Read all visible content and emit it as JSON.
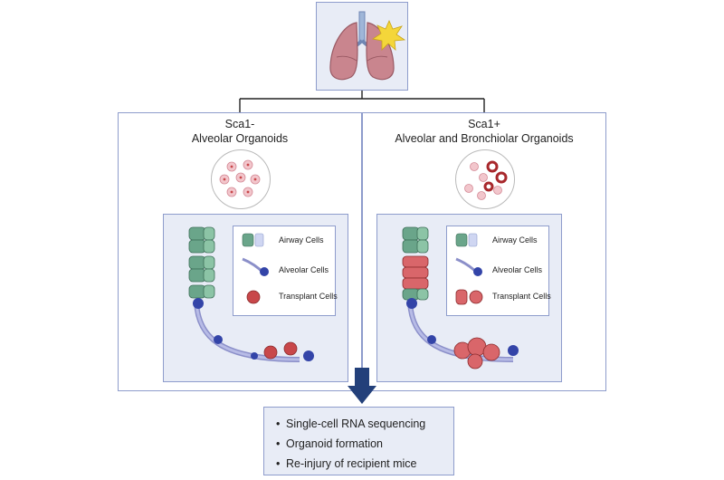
{
  "panels": {
    "left": {
      "title_line1": "Sca1-",
      "title_line2": "Alveolar Organoids"
    },
    "right": {
      "title_line1": "Sca1+",
      "title_line2": "Alveolar and Bronchiolar Organoids"
    }
  },
  "legend": {
    "airway": "Airway Cells",
    "alveolar": "Alveolar Cells",
    "transplant": "Transplant Cells"
  },
  "outcomes": [
    "Single-cell RNA sequencing",
    "Organoid formation",
    "Re-injury of recipient mice"
  ],
  "colors": {
    "panel_border": "#8e9ccc",
    "panel_fill": "#e8ecf6",
    "airway_green": "#6aa58a",
    "alveolar_blue": "#3344a8",
    "transplant_red": "#c8474a",
    "arrow_navy": "#23407a",
    "lung_pink": "#c9858e",
    "injury_yellow": "#f4d63a"
  },
  "icons": [
    "lungs-icon",
    "injury-burst-icon",
    "down-arrow-icon"
  ]
}
